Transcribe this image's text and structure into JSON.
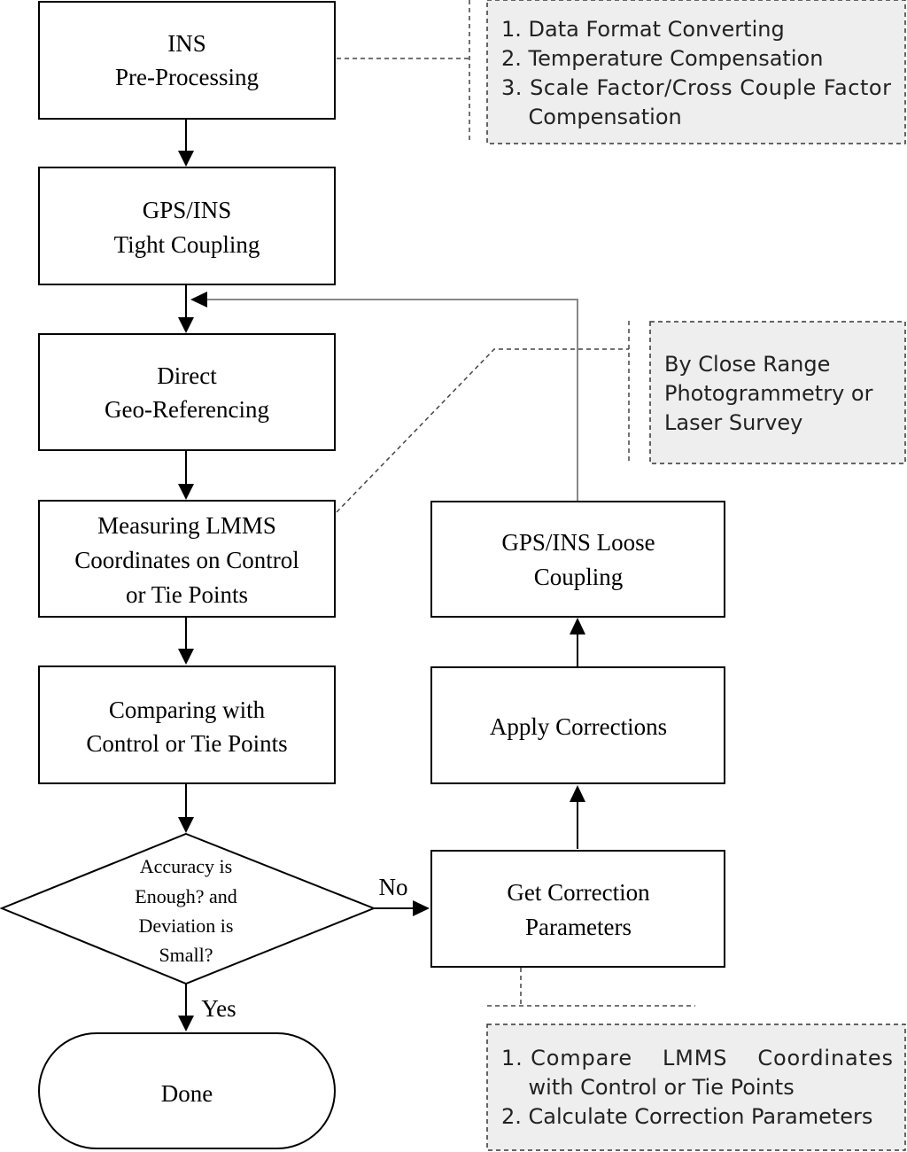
{
  "nodes": {
    "ins_pre": {
      "lines": [
        "INS",
        "Pre-Processing"
      ]
    },
    "tight": {
      "lines": [
        "GPS/INS",
        "Tight Coupling"
      ]
    },
    "direct": {
      "lines": [
        "Direct",
        "Geo-Referencing"
      ]
    },
    "measuring": {
      "lines": [
        "Measuring LMMS",
        "Coordinates on Control",
        "or Tie Points"
      ]
    },
    "comparing": {
      "lines": [
        "Comparing with",
        "Control or Tie Points"
      ]
    },
    "decision": {
      "lines": [
        "Accuracy is",
        "Enough? and",
        "Deviation is",
        "Small?"
      ]
    },
    "done": {
      "lines": [
        "Done"
      ]
    },
    "get_params": {
      "lines": [
        "Get Correction",
        "Parameters"
      ]
    },
    "apply": {
      "lines": [
        "Apply Corrections"
      ]
    },
    "loose": {
      "lines": [
        "GPS/INS Loose",
        "Coupling"
      ]
    }
  },
  "edges": {
    "no_label": "No",
    "yes_label": "Yes"
  },
  "notes": {
    "preprocessing": {
      "lines": [
        "1. Data Format Converting",
        "2. Temperature Compensation",
        "3. Scale Factor/Cross Couple Factor",
        "    Compensation"
      ]
    },
    "measurement": {
      "lines": [
        "By Close Range",
        "Photogrammetry or",
        "Laser Survey"
      ]
    },
    "correction": {
      "lines": [
        "1. Compare    LMMS    Coordinates",
        "    with Control or Tie Points",
        "2. Calculate Correction Parameters"
      ]
    }
  }
}
